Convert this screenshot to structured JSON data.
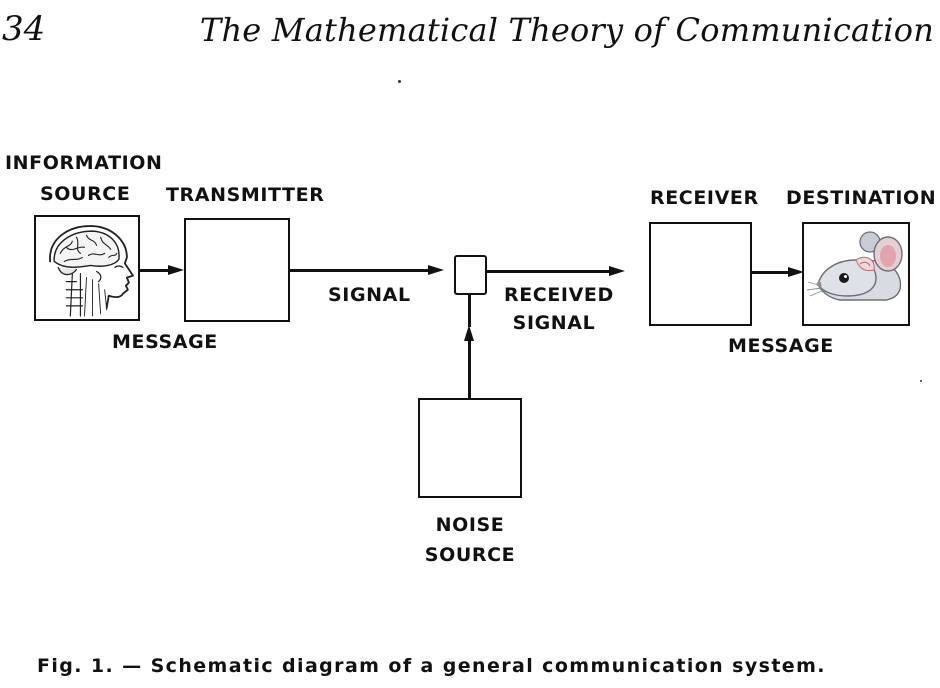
{
  "header": {
    "page_number": "34",
    "running_head": "The Mathematical Theory of Communication"
  },
  "diagram": {
    "blocks": {
      "information_source": {
        "label_line1": "INFORMATION",
        "label_line2": "SOURCE",
        "icon": "human-head-brain-icon"
      },
      "transmitter": {
        "label": "TRANSMITTER"
      },
      "receiver": {
        "label": "RECEIVER"
      },
      "destination": {
        "label": "DESTINATION",
        "icon": "mouse-icon"
      },
      "noise_source": {
        "label_line1": "NOISE",
        "label_line2": "SOURCE"
      }
    },
    "labels": {
      "message_in": "MESSAGE",
      "signal": "SIGNAL",
      "received_signal_line1": "RECEIVED",
      "received_signal_line2": "SIGNAL",
      "message_out": "MESSAGE"
    }
  },
  "caption": "Fig. 1. — Schematic diagram of a general communication system."
}
